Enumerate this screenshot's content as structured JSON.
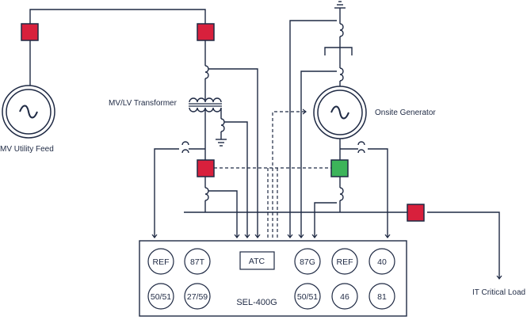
{
  "labels": {
    "mv_utility_feed": "MV Utility Feed",
    "mv_lv_transformer": "MV/LV Transformer",
    "onsite_generator": "Onsite Generator",
    "it_critical_load": "IT Critical Load",
    "relay_name": "SEL-400G"
  },
  "relay_functions": [
    "REF",
    "87T",
    "87G",
    "REF",
    "40",
    "50/51",
    "27/59",
    "50/51",
    "46",
    "81"
  ],
  "atc_label": "ATC",
  "colors": {
    "line": "#1f2a44",
    "breaker_open": "#d8203c",
    "breaker_closed": "#3cb45a",
    "background": "#ffffff"
  }
}
